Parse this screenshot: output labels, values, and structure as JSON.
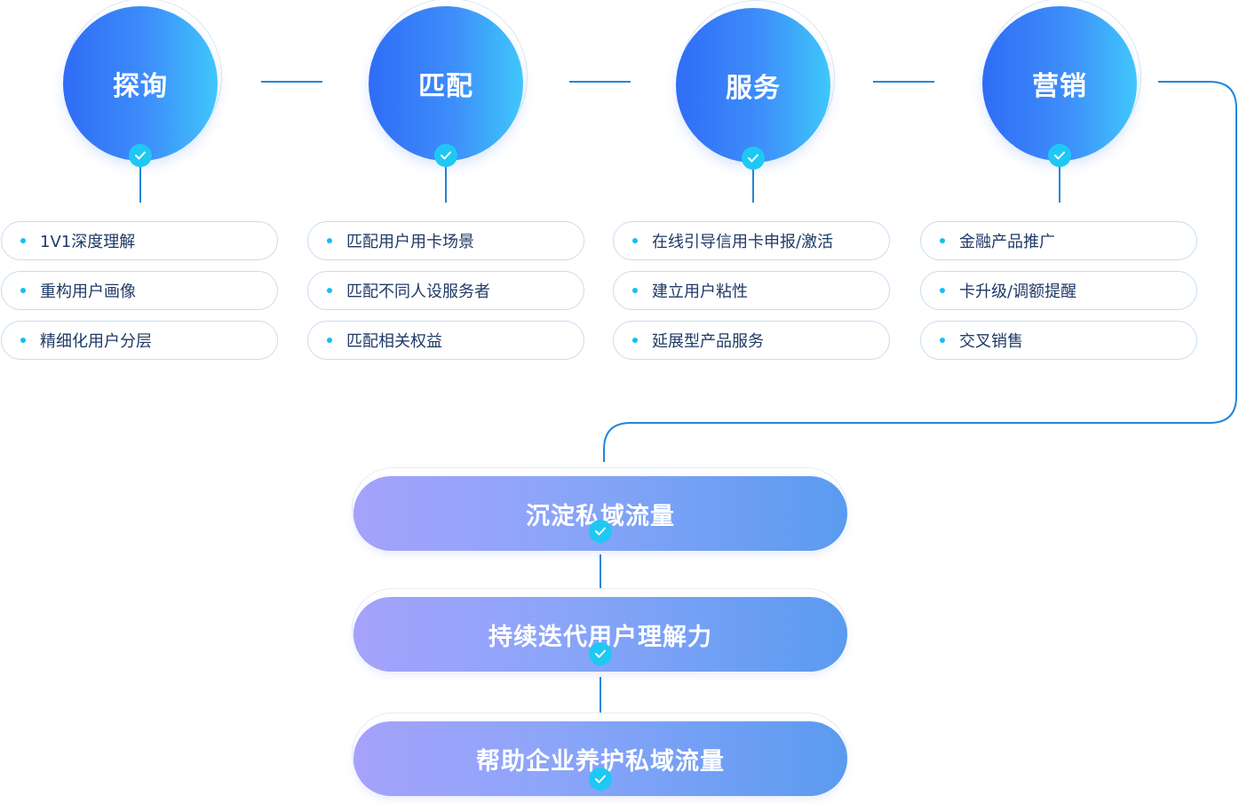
{
  "stages": [
    {
      "title": "探询",
      "items": [
        "1V1深度理解",
        "重构用户画像",
        "精细化用户分层"
      ]
    },
    {
      "title": "匹配",
      "items": [
        "匹配用户用卡场景",
        "匹配不同人设服务者",
        "匹配相关权益"
      ]
    },
    {
      "title": "服务",
      "items": [
        "在线引导信用卡申报/激活",
        "建立用户粘性",
        "延展型产品服务"
      ]
    },
    {
      "title": "营销",
      "items": [
        "金融产品推广",
        "卡升级/调额提醒",
        "交叉销售"
      ]
    }
  ],
  "outcomes": [
    "沉淀私域流量",
    "持续迭代用户理解力",
    "帮助企业养护私域流量"
  ],
  "colors": {
    "circle_gradient": [
      "#2f6cf6",
      "#3fc7fb"
    ],
    "outcome_gradient": [
      "#a5a2fb",
      "#5a9bf0"
    ],
    "connector": "#1e86dc",
    "check_badge": "#1ec8f2",
    "item_text": "#1f3a66"
  },
  "icons": {
    "check": "check-icon",
    "bullet": "bullet-dot-icon"
  }
}
